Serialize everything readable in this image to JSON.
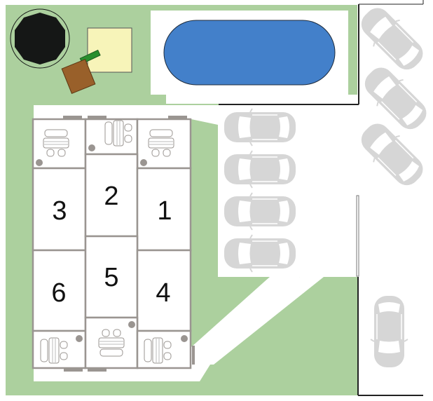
{
  "units": [
    {
      "label": "1"
    },
    {
      "label": "2"
    },
    {
      "label": "3"
    },
    {
      "label": "4"
    },
    {
      "label": "5"
    },
    {
      "label": "6"
    }
  ],
  "colors": {
    "lawn": "#acd09e",
    "pool": "#4380ca",
    "sandbox": "#f7f4b9",
    "trampoline": "#151716",
    "bench": "#99602a",
    "car": "#d6d6d6",
    "wall": "#9a9591"
  }
}
